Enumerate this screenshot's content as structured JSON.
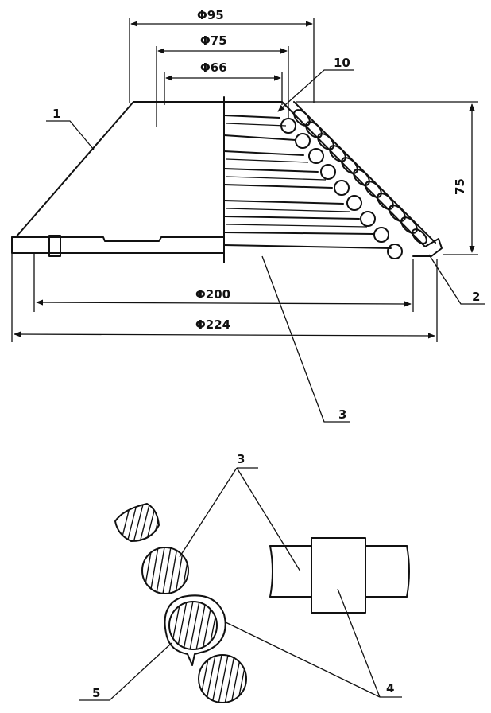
{
  "dimensions": {
    "d95": "Φ95",
    "d75": "Φ75",
    "d66": "Φ66",
    "d200": "Φ200",
    "d224": "Φ224",
    "h75": "75"
  },
  "callouts": {
    "c1": "1",
    "c2": "2",
    "c3_upper": "3",
    "c3_lower": "3",
    "c4": "4",
    "c5": "5",
    "c10": "10"
  },
  "colors": {
    "ink": "#111111",
    "paper": "#ffffff"
  }
}
